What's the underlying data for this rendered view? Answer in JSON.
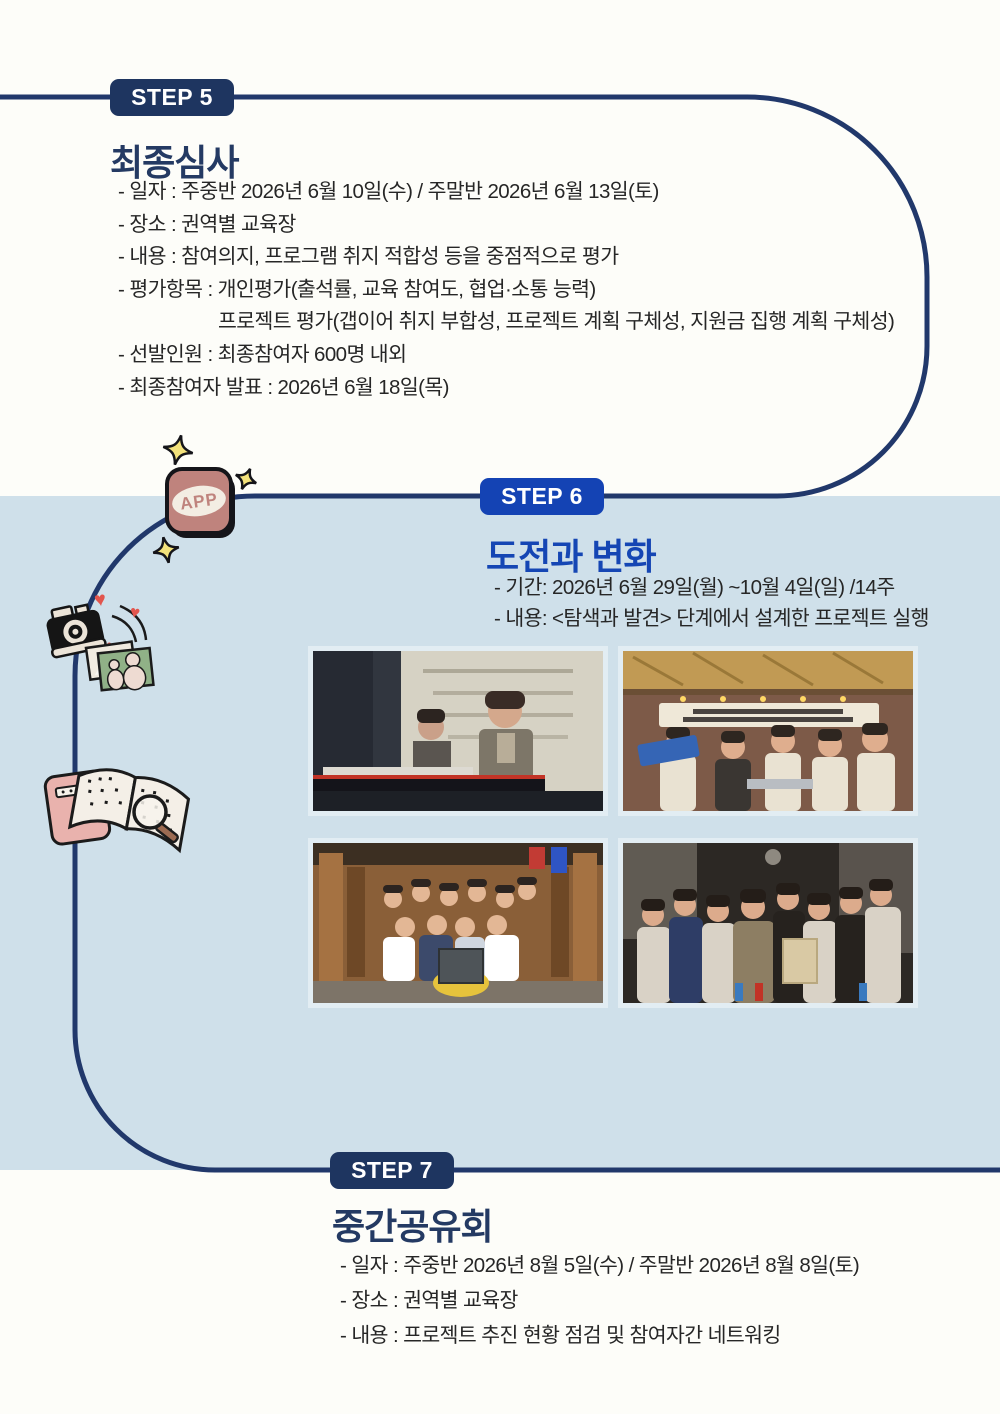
{
  "colors": {
    "navy": "#1e3560",
    "royal_blue": "#1443b4",
    "light_blue_band": "#cfe0ea",
    "page_background": "#fdfdf9",
    "route_line": "#21386b",
    "body_text": "#262626",
    "sparkle_yellow": "#f3e27b",
    "sticker_rose": "#bf837d",
    "heart_red": "#e2554d"
  },
  "step5": {
    "badge_label": "STEP 5",
    "title": "최종심사",
    "lines": [
      "- 일자 : 주중반 2026년 6월 10일(수) / 주말반 2026년 6월 13일(토)",
      "- 장소 : 권역별 교육장",
      "- 내용 : 참여의지, 프로그램 취지 적합성 등을 중점적으로 평가",
      "- 평가항목 : 개인평가(출석률, 교육 참여도, 협업·소통 능력)",
      "프로젝트 평가(갭이어 취지 부합성,  프로젝트 계획 구체성, 지원금 집행 계획 구체성)",
      "- 선발인원 : 최종참여자 600명 내외",
      "- 최종참여자 발표 : 2026년 6월 18일(목)"
    ]
  },
  "step6": {
    "badge_label": "STEP 6",
    "title": "도전과 변화",
    "lines": [
      "- 기간: 2026년 6월 29일(월) ~10월 4일(일) /14주",
      "- 내용: <탐색과 발견> 단계에서 설계한 프로젝트 실행"
    ]
  },
  "step7": {
    "badge_label": "STEP 7",
    "title": "중간공유회",
    "lines": [
      "- 일자 : 주중반 2026년 8월 5일(수) / 주말반 2026년 8월 8일(토)",
      "- 장소 : 권역별 교육장",
      "- 내용 : 프로젝트 추진 현황 점검 및 참여자간 네트워킹"
    ]
  },
  "app_sticker": {
    "label": "APP"
  },
  "photos": [
    {
      "name": "keyboard-performance-group"
    },
    {
      "name": "food-stall-apron-team"
    },
    {
      "name": "hanok-courtyard-group"
    },
    {
      "name": "indoor-thumbs-up-group"
    }
  ]
}
